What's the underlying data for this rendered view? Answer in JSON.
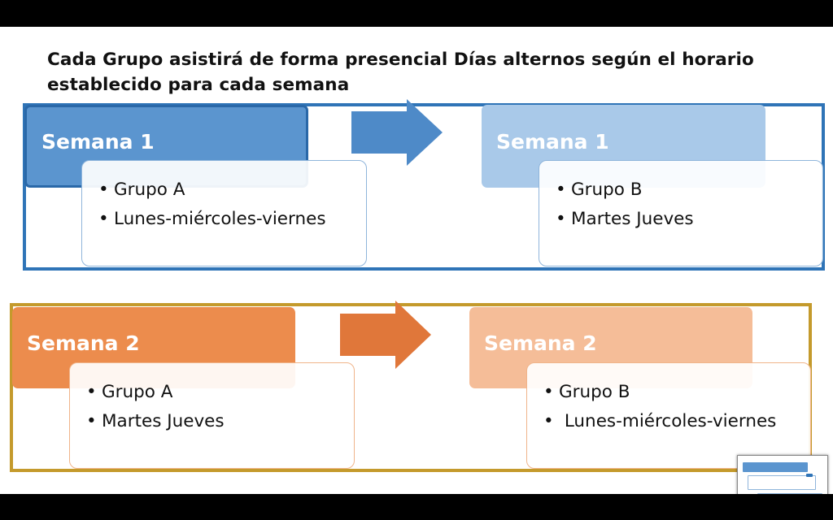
{
  "title": "Cada Grupo asistirá de forma presencial  Días alternos según  el horario establecido para cada semana",
  "colors": {
    "blue_frame": "#2f74b7",
    "gold_frame": "#c49a2c",
    "blue_header": "#5b95cf",
    "blue_header_light": "#a9c9e9",
    "orange_header": "#ec8c4d",
    "orange_header_light": "#f5bd98",
    "blue_arrow": "#4e8ac8",
    "orange_arrow": "#e0773a"
  },
  "week1": {
    "left": {
      "header": "Semana 1",
      "items": [
        "Grupo A",
        "Lunes-miércoles-viernes"
      ]
    },
    "right": {
      "header": "Semana 1",
      "items": [
        "Grupo B",
        "Martes Jueves"
      ]
    }
  },
  "week2": {
    "left": {
      "header": "Semana 2",
      "items": [
        "Grupo A",
        "Martes Jueves"
      ]
    },
    "right": {
      "header": "Semana 2",
      "items": [
        "Grupo B",
        " Lunes-miércoles-viernes"
      ]
    }
  },
  "bullet": "•",
  "icons": {
    "arrow": "right-arrow-icon"
  }
}
